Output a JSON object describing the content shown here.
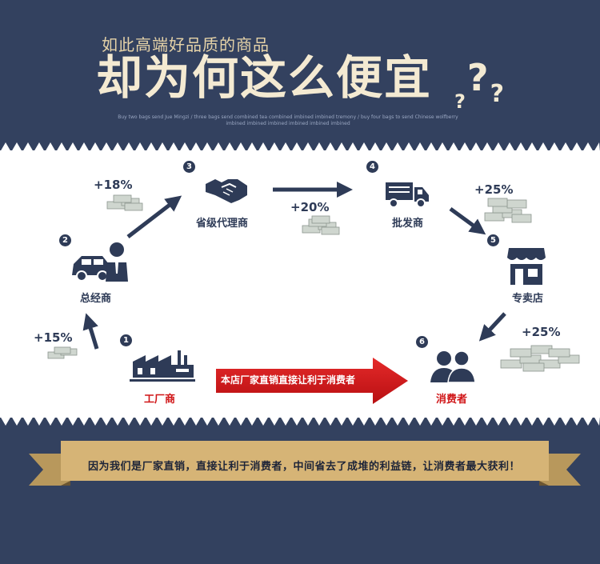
{
  "header": {
    "subtitle": "如此高端好品质的商品",
    "headline": "却为何这么便宜",
    "question_marks": [
      "?",
      "?",
      "?"
    ],
    "tagline": "Buy two bags send Jue Mingzi / three bags send combined tea combined imbined imbined tremony / buy four bags to send Chinese wolfberry imbined imbined imbined imbined imbined imbined"
  },
  "flow": {
    "factory": {
      "number": "1",
      "label": "工厂商"
    },
    "distributor": {
      "number": "2",
      "label": "总经商"
    },
    "provincial_agent": {
      "number": "3",
      "label": "省级代理商"
    },
    "wholesaler": {
      "number": "4",
      "label": "批发商"
    },
    "store": {
      "number": "5",
      "label": "专卖店"
    },
    "consumer": {
      "number": "6",
      "label": "消费者"
    }
  },
  "markups": {
    "factory_to_distributor": "+15%",
    "distributor_to_agent": "+18%",
    "agent_to_wholesaler": "+20%",
    "wholesaler_to_store": "+25%",
    "store_to_consumer": "+25%"
  },
  "direct_sale": "本店厂家直销直接让利于消费者",
  "bottom_banner": "因为我们是厂家直销，直接让利于消费者，中间省去了成堆的利益链，让消费者最大获利！",
  "colors": {
    "background": "#33415f",
    "navy": "#2e3b57",
    "accent_red": "#d01517",
    "gold": "#d6b476",
    "cream": "#f4ead2"
  }
}
